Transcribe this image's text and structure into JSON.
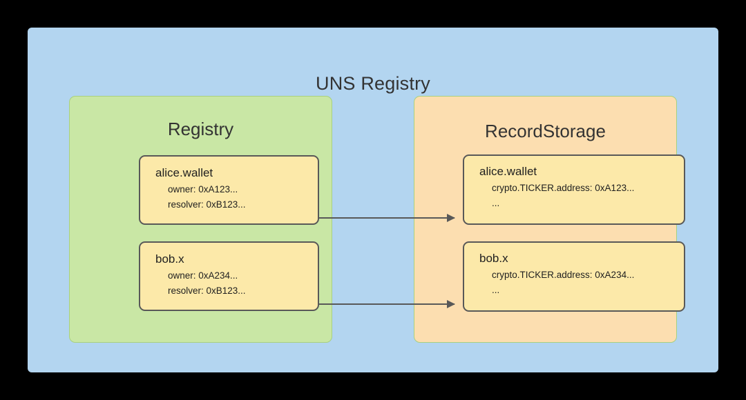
{
  "diagram": {
    "title": "UNS Registry",
    "colors": {
      "outer_panel": "#b3d5f0",
      "registry_panel": "#c9e7a5",
      "storage_panel": "#fcdeb0",
      "card": "#fce9a9",
      "card_border": "#585858",
      "text": "#333333",
      "background": "#000000"
    },
    "groups": [
      {
        "id": "registry",
        "title": "Registry",
        "cards": [
          {
            "title": "alice.wallet",
            "lines": [
              "owner: 0xA123...",
              "resolver: 0xB123..."
            ]
          },
          {
            "title": "bob.x",
            "lines": [
              "owner: 0xA234...",
              "resolver: 0xB123..."
            ]
          }
        ]
      },
      {
        "id": "record_storage",
        "title": "RecordStorage",
        "cards": [
          {
            "title": "alice.wallet",
            "lines": [
              "crypto.TICKER.address: 0xA123...",
              "..."
            ]
          },
          {
            "title": "bob.x",
            "lines": [
              "crypto.TICKER.address: 0xA234...",
              "..."
            ]
          }
        ]
      }
    ],
    "connectors": [
      {
        "id": "alice-link",
        "from": "registry.alice.wallet",
        "to": "record_storage.alice.wallet",
        "style": "arrow"
      },
      {
        "id": "bob-link",
        "from": "registry.bob.x",
        "to": "record_storage.bob.x",
        "style": "arrow"
      }
    ]
  }
}
